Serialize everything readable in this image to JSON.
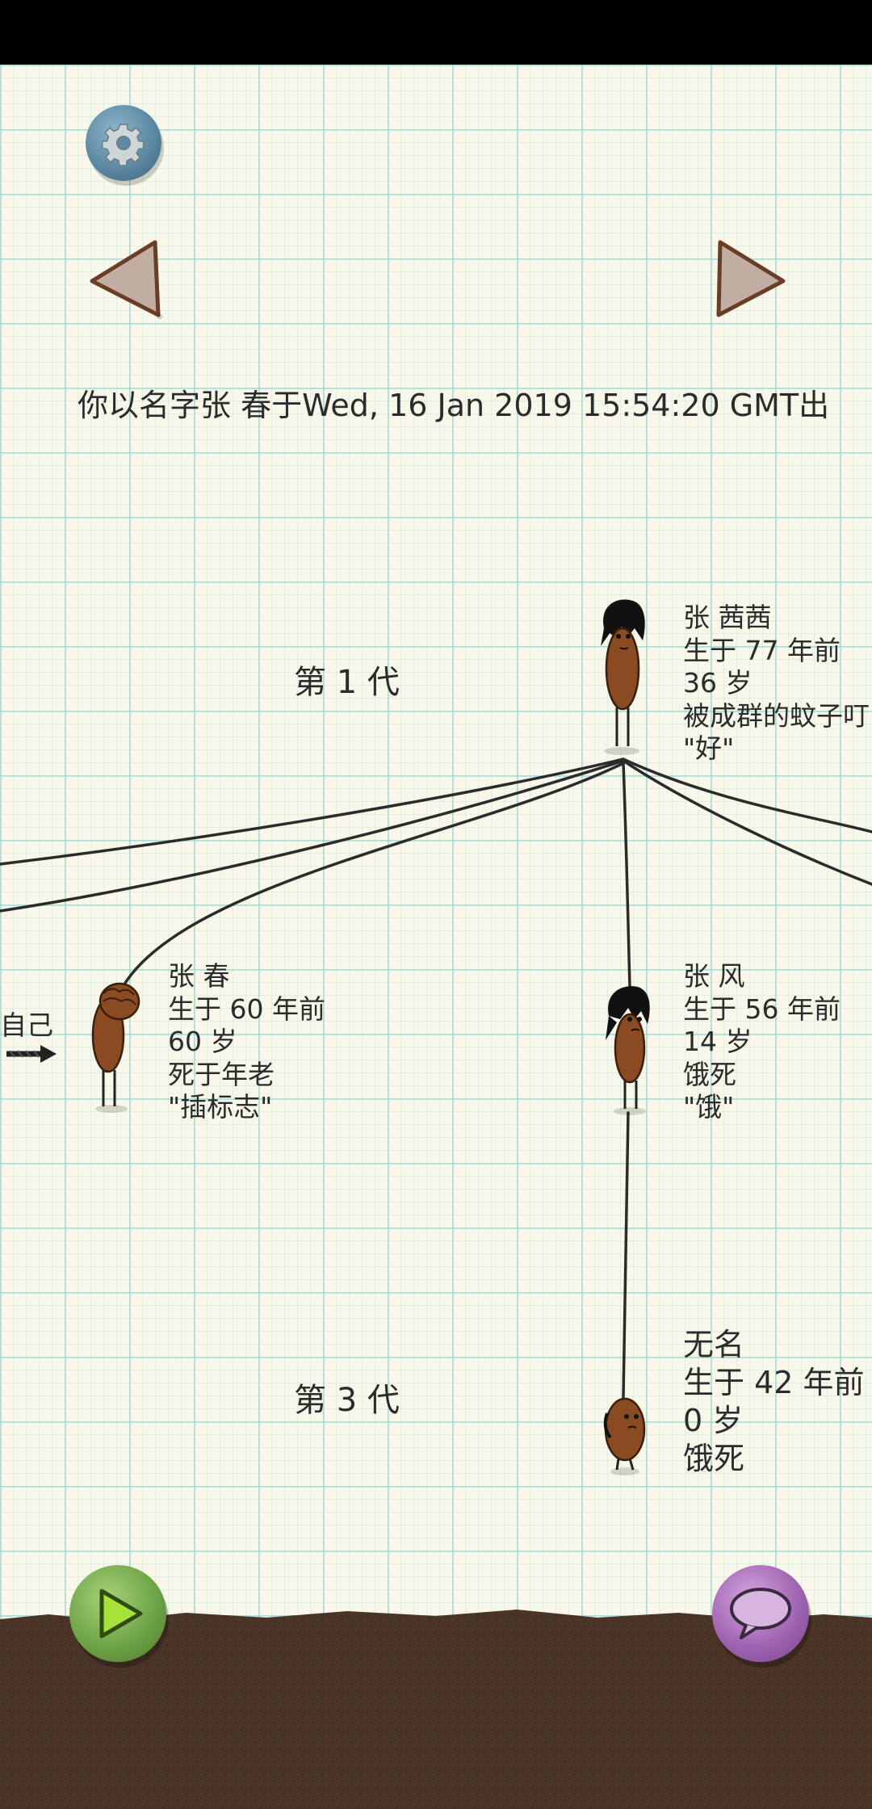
{
  "header": {
    "intro_text": "你以名字张 春于Wed, 16 Jan 2019 15:54:20 GMT出"
  },
  "generations": {
    "gen1_label": "第 1 代",
    "gen3_label": "第 3 代"
  },
  "people": {
    "xixi": {
      "name": "张 茜茜",
      "born": "生于 77 年前",
      "age": "36 岁",
      "death": "被成群的蚊子叮",
      "quote": "\"好\""
    },
    "chun": {
      "name": "张 春",
      "born": "生于 60 年前",
      "age": "60 岁",
      "death": "死于年老",
      "quote": "\"插标志\""
    },
    "feng": {
      "name": "张 风",
      "born": "生于 56 年前",
      "age": "14 岁",
      "death": "饿死",
      "quote": "\"饿\""
    },
    "unnamed": {
      "name": "无名",
      "born": "生于 42 年前",
      "age": "0 岁",
      "death": "饿死"
    }
  },
  "self_marker": {
    "label": "自己"
  },
  "icons": {
    "settings": "gear-icon",
    "prev": "arrow-left-icon",
    "next": "arrow-right-icon",
    "play": "play-icon",
    "chat": "speech-bubble-icon"
  },
  "colors": {
    "paper": "#f8f7ea",
    "grid": "#96cdc8",
    "ground": "#4a3428",
    "skin": "#8a4a22"
  }
}
